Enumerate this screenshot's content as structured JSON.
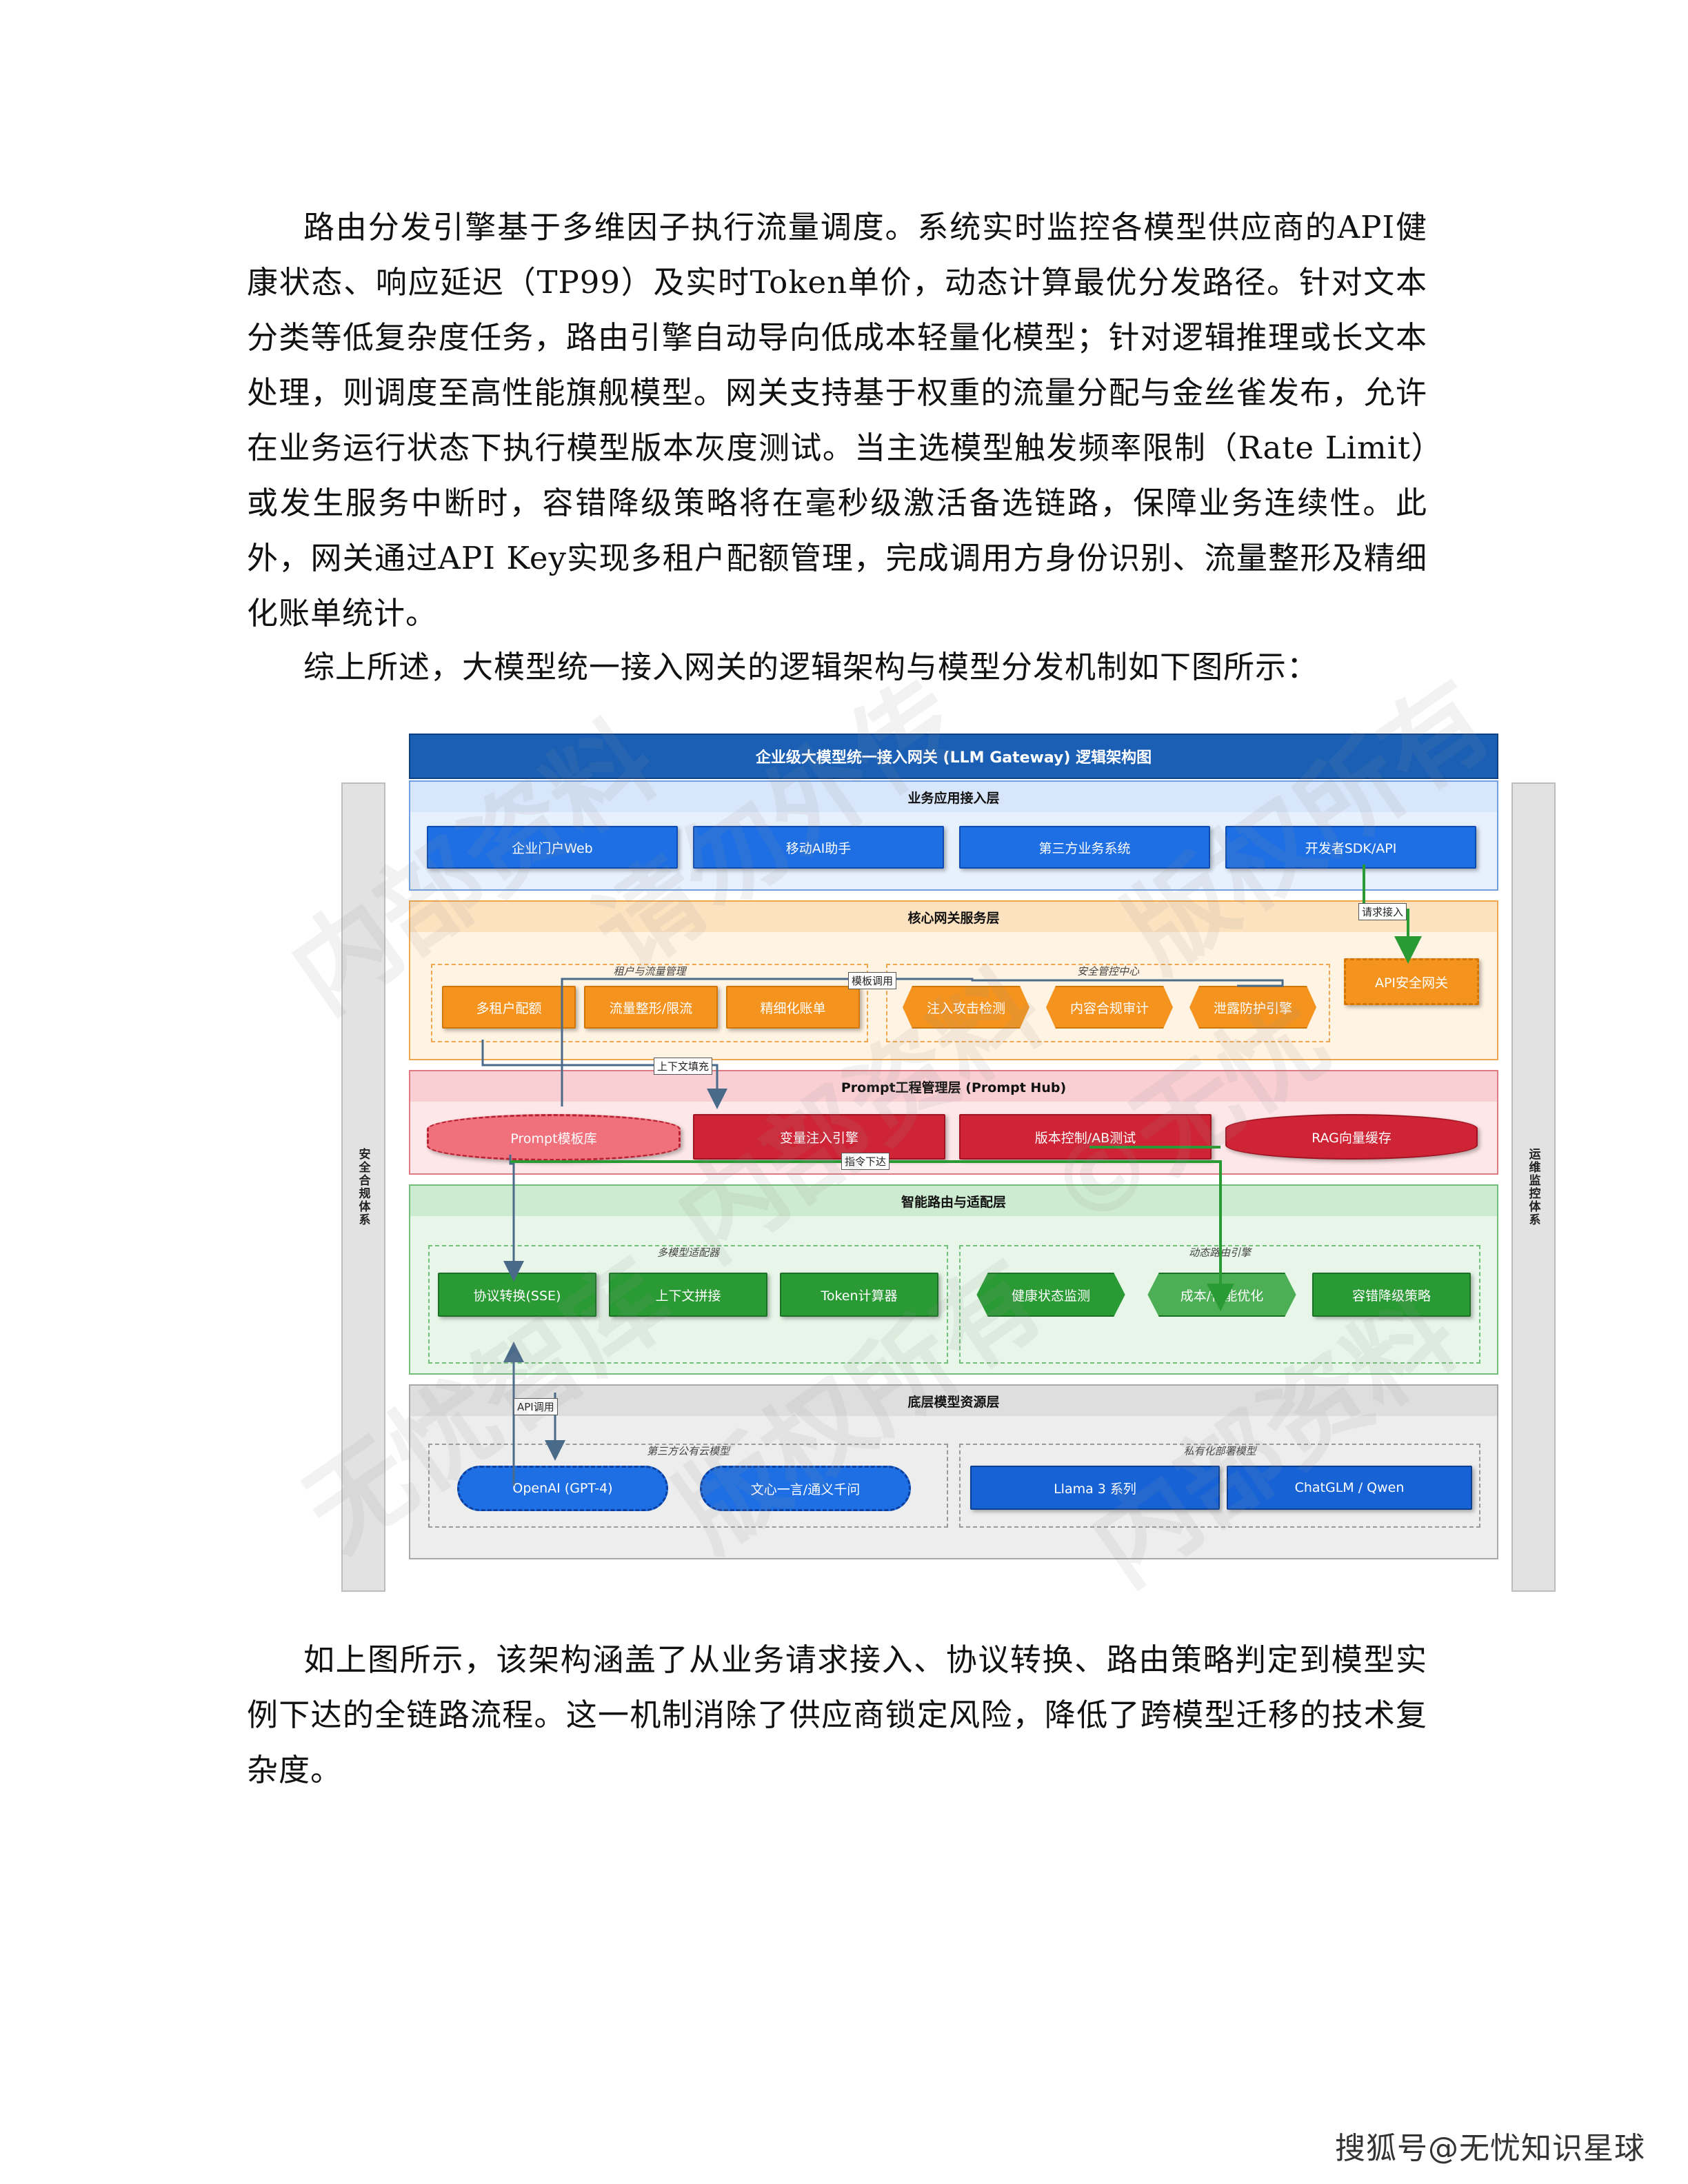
{
  "paragraphs": {
    "p1": "路由分发引擎基于多维因子执行流量调度。系统实时监控各模型供应商的API健康状态、响应延迟（TP99）及实时Token单价，动态计算最优分发路径。针对文本分类等低复杂度任务，路由引擎自动导向低成本轻量化模型；针对逻辑推理或长文本处理，则调度至高性能旗舰模型。网关支持基于权重的流量分配与金丝雀发布，允许在业务运行状态下执行模型版本灰度测试。当主选模型触发频率限制（Rate Limit）或发生服务中断时，容错降级策略将在毫秒级激活备选链路，保障业务连续性。此外，网关通过API Key实现多租户配额管理，完成调用方身份识别、流量整形及精细化账单统计。",
    "p2": "综上所述，大模型统一接入网关的逻辑架构与模型分发机制如下图所示：",
    "p3": "如上图所示，该架构涵盖了从业务请求接入、协议转换、路由策略判定到模型实例下达的全链路流程。这一机制消除了供应商锁定风险，降低了跨模型迁移的技术复杂度。"
  },
  "diagram": {
    "title": "企业级大模型统一接入网关 (LLM Gateway) 逻辑架构图",
    "left_sidebar": "安全合规体系",
    "right_sidebar": "运维监控体系",
    "layers": {
      "business": {
        "title": "业务应用接入层",
        "items": [
          "企业门户Web",
          "移动AI助手",
          "第三方业务系统",
          "开发者SDK/API"
        ]
      },
      "core": {
        "title": "核心网关服务层",
        "group1_label": "租户与流量管理",
        "group1_items": [
          "多租户配额",
          "流量整形/限流",
          "精细化账单"
        ],
        "group2_label": "安全管控中心",
        "group2_items": [
          "注入攻击检测",
          "内容合规审计",
          "泄露防护引擎"
        ],
        "gateway": "API安全网关"
      },
      "prompt": {
        "title": "Prompt工程管理层 (Prompt Hub)",
        "items": [
          "Prompt模板库",
          "变量注入引擎",
          "版本控制/AB测试",
          "RAG向量缓存"
        ]
      },
      "routing": {
        "title": "智能路由与适配层",
        "group1_label": "多模型适配器",
        "group1_items": [
          "协议转换(SSE)",
          "上下文拼接",
          "Token计算器"
        ],
        "group2_label": "动态路由引擎",
        "group2_items": [
          "健康状态监测",
          "成本/性能优化",
          "容错降级策略"
        ]
      },
      "models": {
        "title": "底层模型资源层",
        "group1_label": "第三方公有云模型",
        "group1_items": [
          "OpenAI (GPT-4)",
          "文心一言/通义千问"
        ],
        "group2_label": "私有化部署模型",
        "group2_items": [
          "Llama 3 系列",
          "ChatGLM / Qwen"
        ]
      }
    },
    "edge_labels": {
      "request_in": "请求接入",
      "template_call": "模板调用",
      "context_fill": "上下文填充",
      "command_issue": "指令下达",
      "api_call": "API调用"
    },
    "watermarks": [
      "内部资料",
      "请勿外传",
      "版权所有",
      "无忧智库",
      "©无忧"
    ],
    "colors": {
      "title": "#1a5fb4",
      "business": "#1d6fe3",
      "core": "#f5931f",
      "prompt": "#cf2435",
      "routing": "#2a9a34",
      "models": "#1763d6"
    }
  },
  "footer": {
    "credit": "搜狐号@无忧知识星球"
  }
}
